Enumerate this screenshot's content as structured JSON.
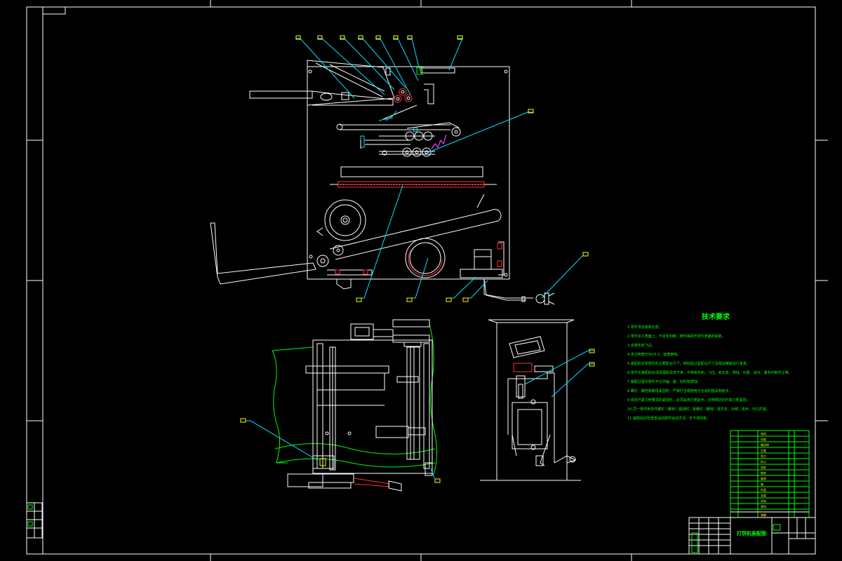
{
  "technical_requirements": {
    "title": "技术要求",
    "lines": [
      "1.零件须去除氧化皮。",
      "2.零件加工表面上，不应有划痕、擦伤等损伤零件表面的缺陷。",
      "3.去除毛刺飞边。",
      "4.未注倒角均为C0.5，锐角倒钝。",
      "5.装配前对零部件的主要配合尺寸，特别是过盈配合尺寸及相关精度进行复查。",
      "6.零件在装配前必须清理和清洗干净，不得有毛刺、飞边、氧化皮、锈蚀、切屑、油污、着色剂和灰尘等。",
      "7.装配过程中零件不允许磕、碰、划伤和锈蚀。",
      "8.螺钉、螺栓和螺母紧固时，严禁打击或使用不合适的旋具和扳手。",
      "9.规定拧紧力矩要求的紧固件，必须采用力矩扳手，并按规定的拧紧力矩紧固。",
      "10.同一零件用多件螺钉（螺栓）紧固时，各螺钉（螺栓）需交叉、对称、逐步、均匀拧紧。",
      "11.装配后应检查各运动部件运动灵活，无卡滞现象。"
    ]
  },
  "title_block": {
    "drawing_name": "打饼机装配图"
  },
  "bom_rows": [
    "电机",
    "机架",
    "输送带",
    "压辊",
    "刮刀",
    "料斗",
    "齿轮",
    "链轮",
    "轴承",
    "轴",
    "托盘",
    "支架",
    "导轨",
    "滑块",
    "弹簧"
  ],
  "cad_colors": {
    "background": "#000000",
    "frame": "#ffffff",
    "leaders": "#00e5ff",
    "text": "#00ff00",
    "highlight": "#ff3030",
    "spring": "#ff40ff"
  }
}
